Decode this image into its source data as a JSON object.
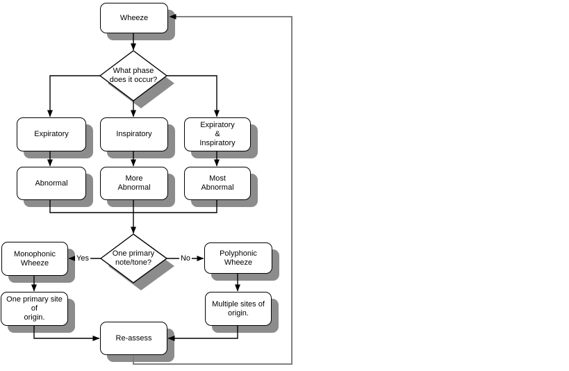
{
  "colors": {
    "canvas": "#ffffff",
    "fill": "#ffffff",
    "border": "#000000",
    "shadow": "#8C8C8C",
    "line": "#000000",
    "loop": "#7F7F7F",
    "text": "#000000"
  },
  "diagram": {
    "nodes": {
      "wheeze": "Wheeze",
      "phase_question": [
        "What phase",
        "does it occur?"
      ],
      "expiratory": "Expiratory",
      "inspiratory": "Inspiratory",
      "expiratory_inspiratory": [
        "Expiratory",
        "&",
        "Inspiratory"
      ],
      "abnormal": "Abnormal",
      "more_abnormal": [
        "More",
        "Abnormal"
      ],
      "most_abnormal": [
        "Most",
        "Abnormal"
      ],
      "note_question": [
        "One primary",
        "note/tone?"
      ],
      "monophonic": [
        "Monophonic",
        "Wheeze"
      ],
      "polyphonic": [
        "Polyphonic",
        "Wheeze"
      ],
      "one_primary_site": [
        "One primary site of",
        "origin."
      ],
      "multiple_sites": [
        "Multiple sites of",
        "origin."
      ],
      "reassess": "Re-assess"
    },
    "edge_labels": {
      "yes": "Yes",
      "no": "No"
    }
  }
}
